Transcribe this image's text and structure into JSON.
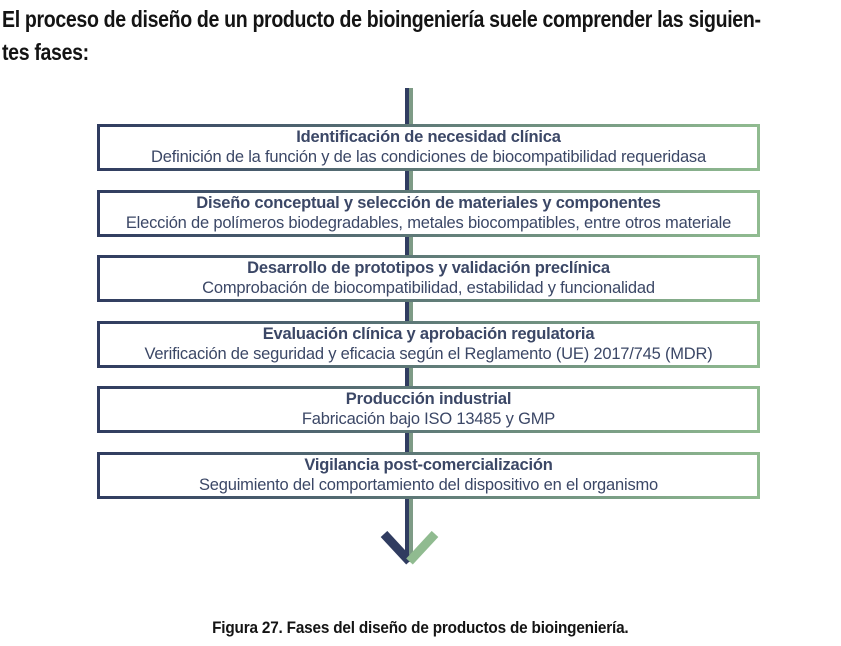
{
  "intro": {
    "line1": "El proceso de diseño de un producto de bioingeniería suele comprender las siguien-",
    "line2": "tes fases:"
  },
  "flowchart": {
    "steps": [
      {
        "title": "Identificación de necesidad clínica",
        "subtitle": "Definición de la función y de las condiciones de biocompatibilidad requeridasa"
      },
      {
        "title": "Diseño conceptual y selección de materiales y componentes",
        "subtitle": "Elección de polímeros biodegradables, metales biocompatibles, entre otros materiale"
      },
      {
        "title": "Desarrollo de prototipos y validación preclínica",
        "subtitle": "Comprobación de biocompatibilidad, estabilidad y funcionalidad"
      },
      {
        "title": "Evaluación clínica y aprobación regulatoria",
        "subtitle": "Verificación de seguridad y eficacia según el Reglamento (UE) 2017/745 (MDR)"
      },
      {
        "title": "Producción industrial",
        "subtitle": "Fabricación bajo ISO 13485 y GMP"
      },
      {
        "title": "Vigilancia post-comercialización",
        "subtitle": "Seguimiento del comportamiento del dispositivo en el organismo"
      }
    ]
  },
  "figure": {
    "caption": "Figura 27. Fases del diseño de productos de bioingeniería."
  },
  "colors": {
    "navy": "#303c60",
    "green": "#90bb90",
    "line_green": "#7e9b86",
    "box_text": "#3b4766"
  }
}
